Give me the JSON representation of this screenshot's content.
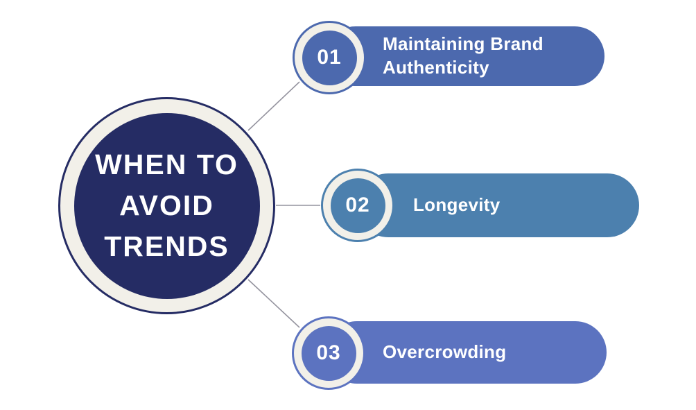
{
  "title": {
    "lines": [
      "WHEN TO",
      "AVOID",
      "TRENDS"
    ]
  },
  "items": [
    {
      "number": "01",
      "label": "Maintaining Brand Authenticity",
      "color": "#4c69ae"
    },
    {
      "number": "02",
      "label": "Longevity",
      "color": "#4c80ae"
    },
    {
      "number": "03",
      "label": "Overcrowding",
      "color": "#5c73c0"
    }
  ],
  "colors": {
    "navy": "#252c64",
    "cream": "#f2f0e9",
    "line": "#94939e",
    "background": "#ffffff"
  }
}
